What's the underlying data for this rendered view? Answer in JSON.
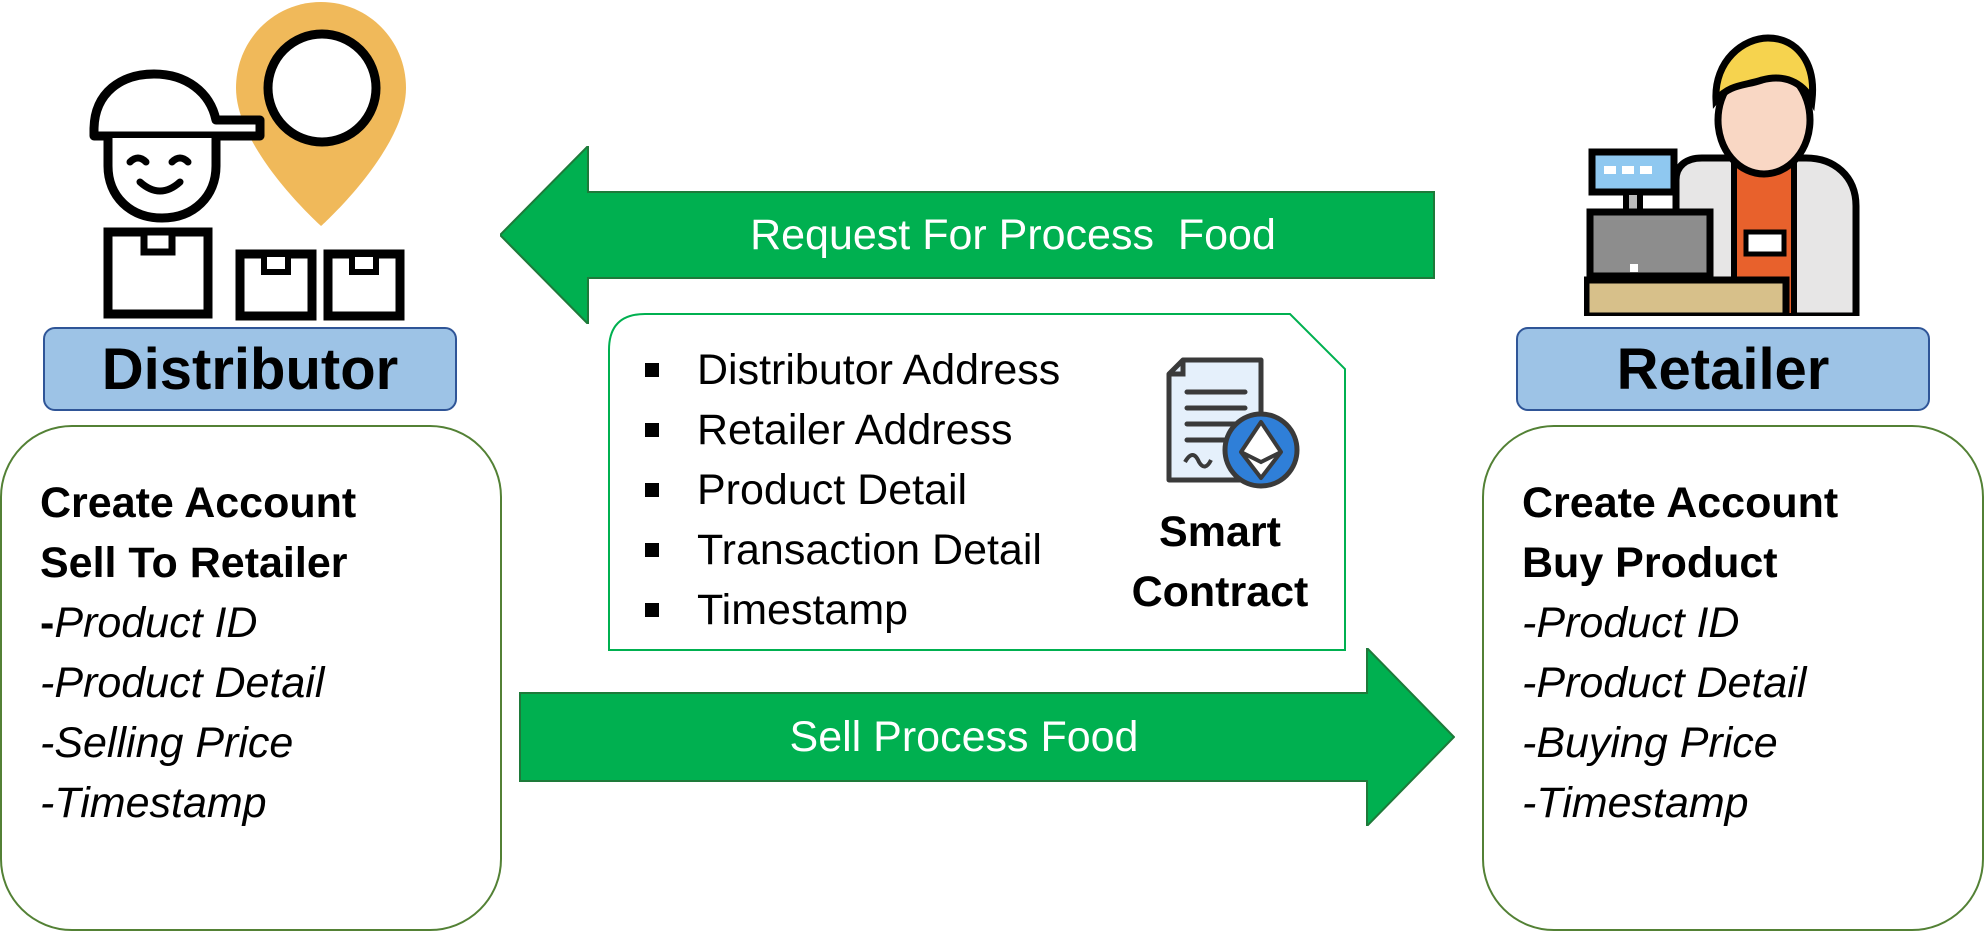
{
  "distributor": {
    "title": "Distributor",
    "lines": [
      {
        "text": "Create Account",
        "style": "bold"
      },
      {
        "text": "Sell To Retailer",
        "style": "bold"
      },
      {
        "text": "-Product ID",
        "style": "italic",
        "bold_prefix": "-"
      },
      {
        "text": "-Product Detail",
        "style": "italic"
      },
      {
        "text": "-Selling Price",
        "style": "italic"
      },
      {
        "text": "-Timestamp",
        "style": "italic"
      }
    ]
  },
  "retailer": {
    "title": "Retailer",
    "lines": [
      {
        "text": "Create Account",
        "style": "bold"
      },
      {
        "text": "Buy Product",
        "style": "bold"
      },
      {
        "text": "-Product ID",
        "style": "italic"
      },
      {
        "text": "-Product Detail",
        "style": "italic"
      },
      {
        "text": "-Buying Price",
        "style": "italic"
      },
      {
        "text": "-Timestamp",
        "style": "italic"
      }
    ]
  },
  "arrows": {
    "request": "Request For Process  Food",
    "sell": "Sell Process Food"
  },
  "smart_contract": {
    "items": [
      "Distributor Address",
      "Retailer Address",
      "Product Detail",
      "Transaction Detail",
      "Timestamp"
    ],
    "label_line1": "Smart",
    "label_line2": "Contract"
  },
  "icons": {
    "distributor": "delivery-person-with-location-pin-icon",
    "retailer": "cashier-at-register-icon",
    "contract": "ethereum-contract-document-icon"
  },
  "colors": {
    "arrow_green": "#00b050",
    "label_blue": "#9dc3e6",
    "label_border": "#2f5597",
    "box_border": "#538135",
    "pin_orange": "#f0b95a"
  }
}
